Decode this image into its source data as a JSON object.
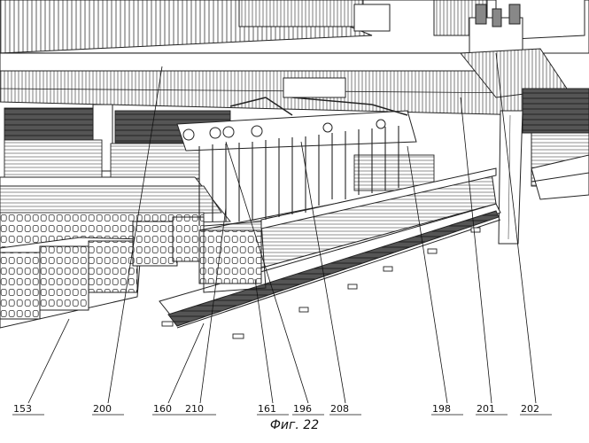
{
  "figure": {
    "caption": "Фиг. 22"
  },
  "callouts": [
    {
      "id": "153"
    },
    {
      "id": "200"
    },
    {
      "id": "160"
    },
    {
      "id": "210"
    },
    {
      "id": "161"
    },
    {
      "id": "196"
    },
    {
      "id": "208"
    },
    {
      "id": "198"
    },
    {
      "id": "201"
    },
    {
      "id": "202"
    }
  ]
}
